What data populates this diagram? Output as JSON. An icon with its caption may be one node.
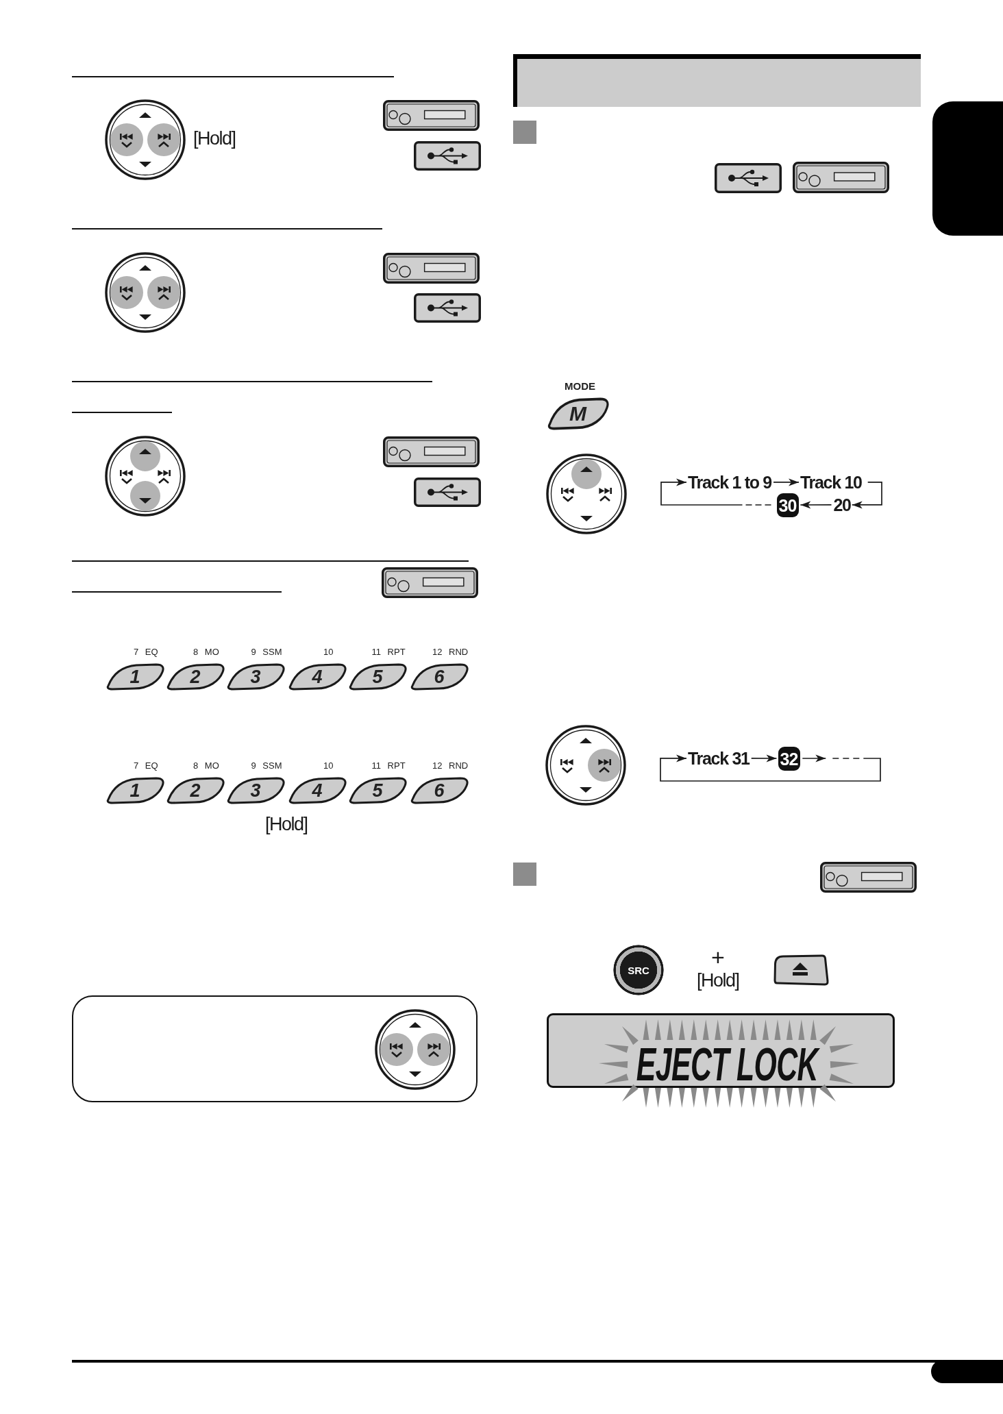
{
  "diagram": {
    "nodes": [
      {
        "text": [
          "1"
        ],
        "beside": [
          "7 EQ"
        ]
      },
      {
        "text": [
          "2"
        ],
        "beside": [
          "8 MO"
        ]
      },
      {
        "text": [
          "3"
        ],
        "beside": [
          "9 SSM"
        ]
      },
      {
        "text": [
          "4"
        ],
        "beside": [
          "10"
        ]
      },
      {
        "text": [
          "5"
        ],
        "beside": [
          "11 RPT"
        ]
      },
      {
        "text": [
          "6"
        ],
        "beside": [
          "12 RND"
        ]
      },
      {
        "text": [
          "1"
        ],
        "beside": [
          "7 EQ"
        ]
      },
      {
        "text": [
          "2"
        ],
        "beside": [
          "8 MO"
        ]
      },
      {
        "text": [
          "3"
        ],
        "beside": [
          "9 SSM"
        ]
      },
      {
        "text": [
          "4"
        ],
        "beside": [
          "10"
        ]
      },
      {
        "text": [
          "5"
        ],
        "beside": [
          "11 RPT"
        ]
      },
      {
        "text": [
          "6"
        ],
        "beside": [
          "12 RND"
        ]
      },
      {
        "text": [],
        "shape": "bar"
      },
      {
        "text": [],
        "shape": "box"
      },
      {
        "text": [
          "M"
        ],
        "beside": [
          "MODE"
        ]
      },
      {
        "text": [
          "Track 1 to 9"
        ]
      },
      {
        "text": [
          "Track 10"
        ]
      },
      {
        "text": [
          "30"
        ]
      },
      {
        "text": [
          "20"
        ]
      },
      {
        "text": [
          "Track 31"
        ]
      },
      {
        "text": [
          "32"
        ]
      },
      {
        "text": [
          "SRC"
        ]
      },
      {
        "text": [],
        "shape": "box"
      },
      {
        "text": [
          "EJECT LOCK"
        ]
      }
    ],
    "edges": [
      {
        "from": 15,
        "to": 16,
        "arrow": "to"
      },
      {
        "from": 16,
        "to": 18,
        "arrow": "to"
      },
      {
        "from": 18,
        "to": 17,
        "arrow": "to"
      },
      {
        "from": 17,
        "to": 15,
        "arrow": "to",
        "style": "dashed"
      },
      {
        "from": 19,
        "to": 20,
        "arrow": "to"
      },
      {
        "from": 20,
        "to": 19,
        "arrow": "to",
        "style": "dashed"
      }
    ],
    "labels": [
      "[Hold]",
      "[Hold]",
      "+",
      "[Hold]"
    ]
  }
}
